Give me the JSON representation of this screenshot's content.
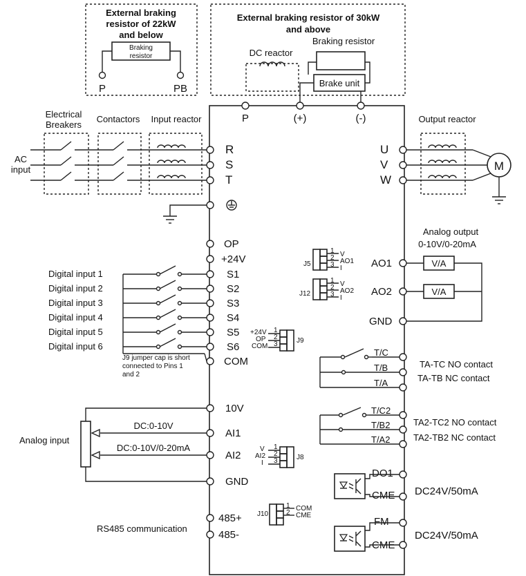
{
  "top_left_box": {
    "title_lines": [
      "External braking",
      "resistor of 22kW",
      "and below"
    ],
    "resistor_lines": [
      "Braking",
      "resistor"
    ],
    "terminal_p": "P",
    "terminal_pb": "PB"
  },
  "top_right_box": {
    "title_lines": [
      "External braking resistor of 30kW",
      "and above"
    ],
    "dc_reactor": "DC reactor",
    "braking_resistor": "Braking  resistor",
    "brake_unit": "Brake unit"
  },
  "dc_bus_terminals": [
    "P",
    "(+)",
    "(-)"
  ],
  "input_side": {
    "ac_input_lines": [
      "AC",
      "input"
    ],
    "breakers_lines": [
      "Electrical",
      "Breakers"
    ],
    "contactors": "Contactors",
    "input_reactor": "Input reactor",
    "terminals": [
      "R",
      "S",
      "T"
    ]
  },
  "output_side": {
    "output_reactor": "Output reactor",
    "terminals": [
      "U",
      "V",
      "W"
    ],
    "motor": "M"
  },
  "left_terminals": [
    "OP",
    "+24V",
    "S1",
    "S2",
    "S3",
    "S4",
    "S5",
    "S6",
    "COM",
    "10V",
    "AI1",
    "AI2",
    "GND",
    "485+",
    "485-"
  ],
  "digital_inputs": [
    "Digital input 1",
    "Digital input 2",
    "Digital input 3",
    "Digital input 4",
    "Digital input 5",
    "Digital input 6"
  ],
  "j9_note_lines": [
    "J9 jumper cap is short",
    "connected to Pins 1",
    "and 2"
  ],
  "analog_input": {
    "label": "Analog input",
    "ai1_signal": "DC:0-10V",
    "ai2_signal": "DC:0-10V/0-20mA"
  },
  "rs485_label": "RS485 communication",
  "jumpers": {
    "j5": {
      "name": "J5",
      "pins": [
        "1",
        "2",
        "3"
      ],
      "labels": [
        "V",
        "AO1",
        "I"
      ]
    },
    "j12": {
      "name": "J12",
      "pins": [
        "1",
        "2",
        "3"
      ],
      "labels": [
        "V",
        "AO2",
        "I"
      ]
    },
    "j9": {
      "name": "J9",
      "pins": [
        "1",
        "2",
        "3"
      ],
      "labels": [
        "+24V",
        "OP",
        "COM"
      ]
    },
    "j8": {
      "name": "J8",
      "pins": [
        "1",
        "2",
        "3"
      ],
      "labels": [
        "V",
        "AI2",
        "I"
      ]
    },
    "j10": {
      "name": "J10",
      "pins": [
        "1",
        "2"
      ],
      "labels": [
        "COM",
        "CME"
      ]
    }
  },
  "analog_output": {
    "title_lines": [
      "Analog output",
      "0-10V/0-20mA"
    ],
    "terminals": [
      "AO1",
      "AO2",
      "GND"
    ],
    "meter": "V/A"
  },
  "relays": {
    "terminals_1": [
      "T/C",
      "T/B",
      "T/A"
    ],
    "terminals_2": [
      "T/C2",
      "T/B2",
      "T/A2"
    ],
    "relay1_lines": [
      "TA-TC NO contact",
      "TA-TB NC contact"
    ],
    "relay2_lines": [
      "TA2-TC2 NO contact",
      "TA2-TB2 NC contact"
    ]
  },
  "open_collector": {
    "terminals_do": [
      "DO1",
      "CME"
    ],
    "terminals_fm": [
      "FM",
      "CME"
    ],
    "rating_do": "DC24V/50mA",
    "rating_fm": "DC24V/50mA"
  }
}
